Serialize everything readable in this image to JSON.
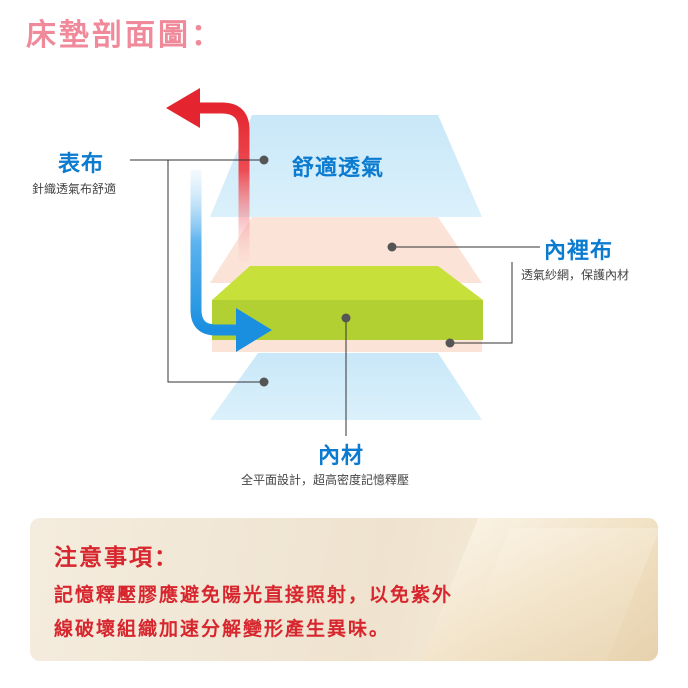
{
  "title": "床墊剖面圖：",
  "layers": {
    "surface": {
      "label": "表布",
      "desc": "針織透氣布舒適"
    },
    "comfort": {
      "label": "舒適透氣"
    },
    "lining": {
      "label": "內裡布",
      "desc": "透氣紗網，保護內材"
    },
    "core": {
      "label": "內材",
      "desc": "全平面設計，超高密度記憶釋壓"
    }
  },
  "notice": {
    "title": "注意事項：",
    "line1": "記憶釋壓膠應避免陽光直接照射，以免紫外",
    "line2": "線破壞組織加速分解變形產生異味。"
  },
  "colors": {
    "title": "#f08a9b",
    "label": "#0b7bd0",
    "fabric": "#cfe9f7",
    "lining": "#fbe3d8",
    "foam_top": "#c7e03a",
    "foam_side": "#a8c930",
    "arrow_red": "#e4252f",
    "arrow_blue": "#1a8fe0",
    "notice_text": "#d7262e"
  }
}
